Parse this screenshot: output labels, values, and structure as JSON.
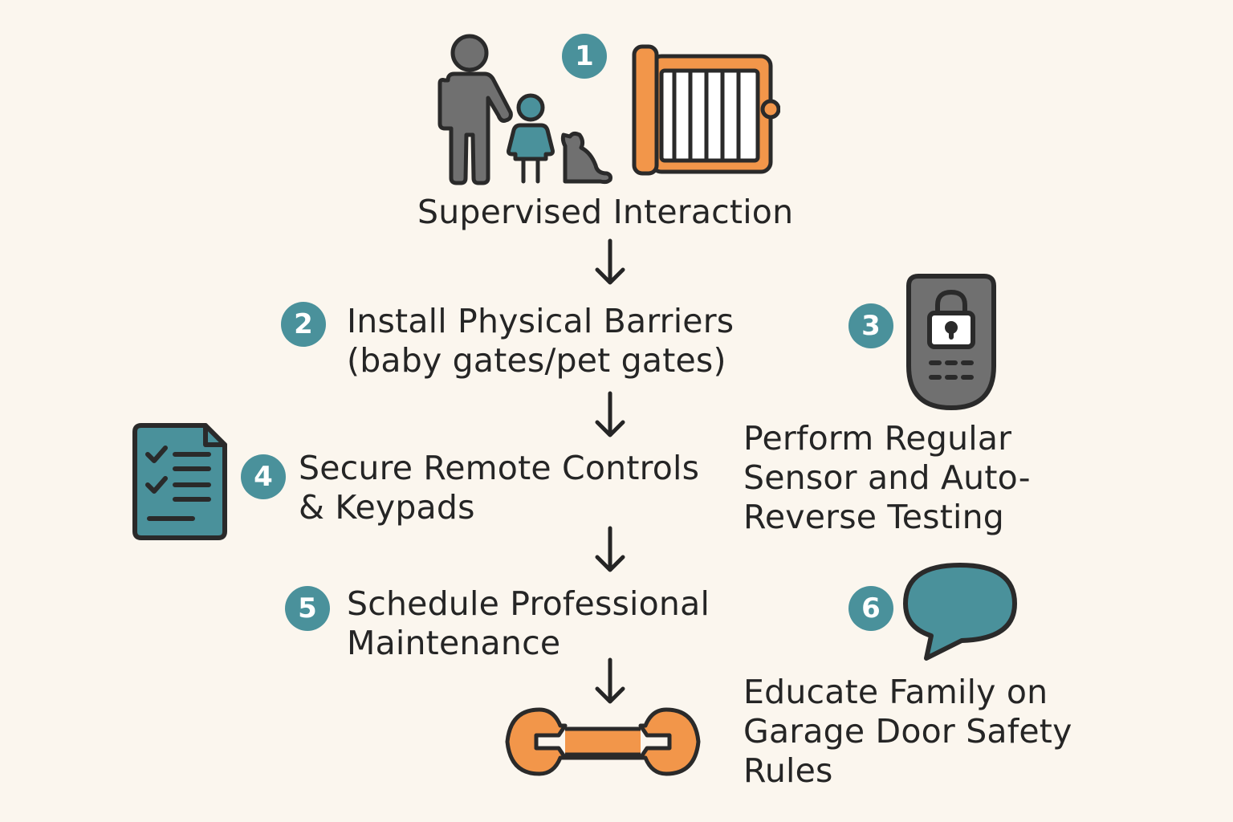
{
  "steps": [
    {
      "number": "1",
      "lines": [
        "Supervised Interaction"
      ],
      "icon": "family-icon"
    },
    {
      "number": "2",
      "lines": [
        "Install Physical Barriers",
        "(baby gates/pet gates)"
      ],
      "icon": "gate-icon"
    },
    {
      "number": "3",
      "lines": [
        "Perform Regular",
        "Sensor and Auto-",
        "Reverse Testing"
      ],
      "icon": "keypad-lock-icon"
    },
    {
      "number": "4",
      "lines": [
        "Secure Remote Controls",
        "& Keypads"
      ],
      "icon": "checklist-icon"
    },
    {
      "number": "5",
      "lines": [
        "Schedule Professional",
        "Maintenance"
      ],
      "icon": "wrench-icon"
    },
    {
      "number": "6",
      "lines": [
        "Educate Family on",
        "Garage Door Safety",
        "Rules"
      ],
      "icon": "speech-bubble-icon"
    }
  ],
  "colors": {
    "background": "#fbf6ee",
    "badge": "#4a919b",
    "accent_orange": "#f2964a",
    "accent_teal": "#4a919b",
    "icon_gray": "#707070",
    "outline": "#2a2a2a"
  }
}
